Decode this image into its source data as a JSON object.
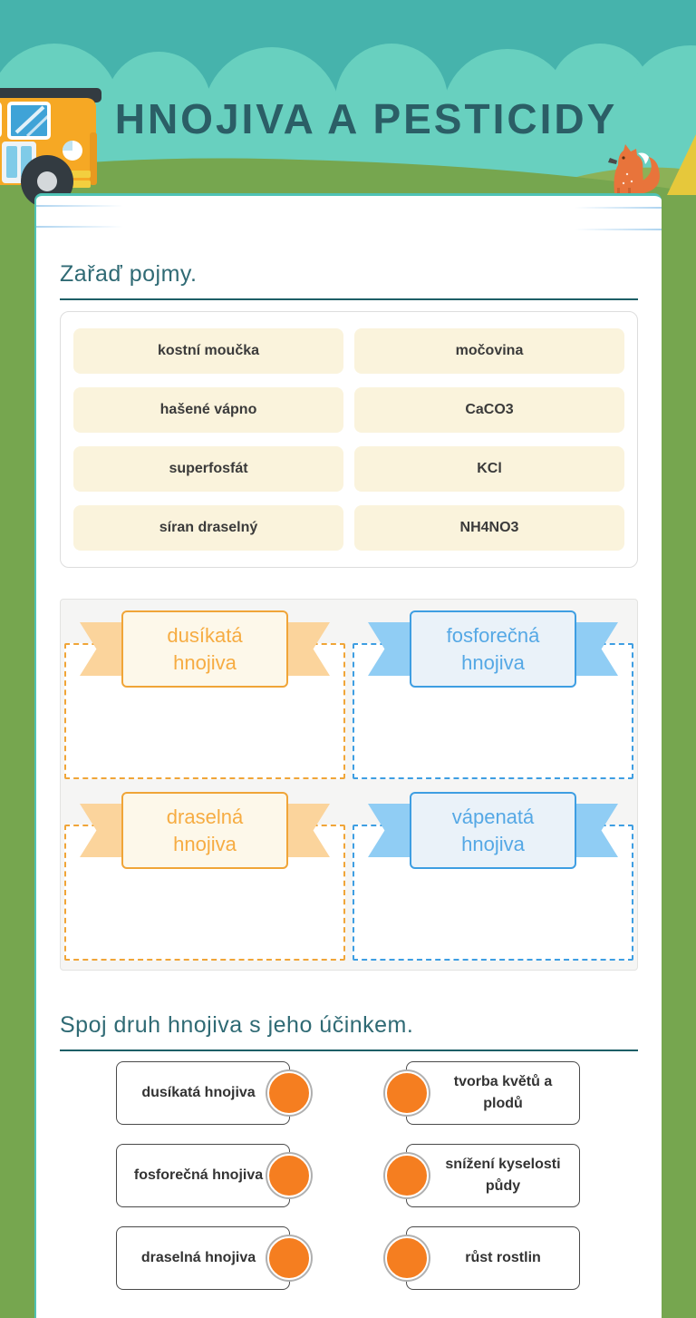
{
  "header": {
    "title": "HNOJIVA A PESTICIDY"
  },
  "colors": {
    "header_teal_dark": "#46b3ac",
    "header_cloud": "#68d0bf",
    "hill_green": "#76a64f",
    "hill_green_light": "#8cb157",
    "card_accent_teal": "#4fc2b5",
    "heading_teal": "#2f6a74",
    "rule_teal": "#1d5e66",
    "chip_bg": "#faf3dc",
    "orange_accent": "#f0a538",
    "orange_wing": "#fbd49c",
    "orange_text": "#f6ac42",
    "blue_accent": "#3e9ee2",
    "blue_wing": "#90cdf4",
    "blue_text": "#55a8e5",
    "connector_dot_orange": "#f57e20",
    "title_color": "#2b5e66"
  },
  "sections": {
    "sort": {
      "heading": "Zařaď pojmy.",
      "word_bank": [
        "kostní moučka",
        "močovina",
        "hašené vápno",
        "CaCO3",
        "superfosfát",
        "KCl",
        "síran draselný",
        "NH4NO3"
      ],
      "zones": [
        {
          "label_line1": "dusíkatá",
          "label_line2": "hnojiva",
          "color": "orange"
        },
        {
          "label_line1": "fosforečná",
          "label_line2": "hnojiva",
          "color": "blue"
        },
        {
          "label_line1": "draselná",
          "label_line2": "hnojiva",
          "color": "orange"
        },
        {
          "label_line1": "vápenatá",
          "label_line2": "hnojiva",
          "color": "blue"
        }
      ]
    },
    "match": {
      "heading": "Spoj druh hnojiva s jeho účinkem.",
      "pairs": [
        {
          "left": "dusíkatá hnojiva",
          "right": "tvorba květů a plodů"
        },
        {
          "left": "fosforečná hnojiva",
          "right": "snížení kyselosti půdy"
        },
        {
          "left": "draselná hnojiva",
          "right": "růst rostlin"
        }
      ]
    }
  }
}
